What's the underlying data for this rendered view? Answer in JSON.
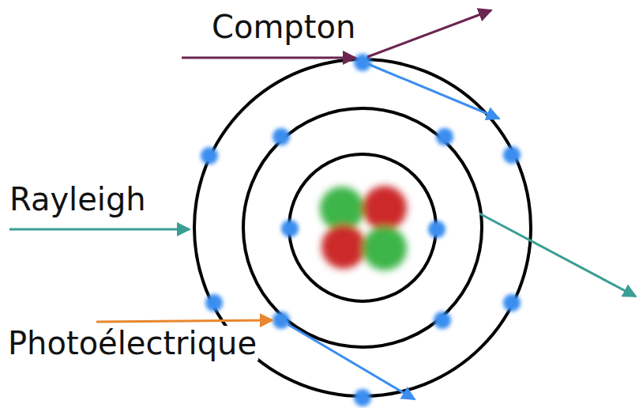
{
  "diagram": {
    "labels": [
      "Compton",
      "Rayleigh",
      "Photoélectrique"
    ]
  }
}
